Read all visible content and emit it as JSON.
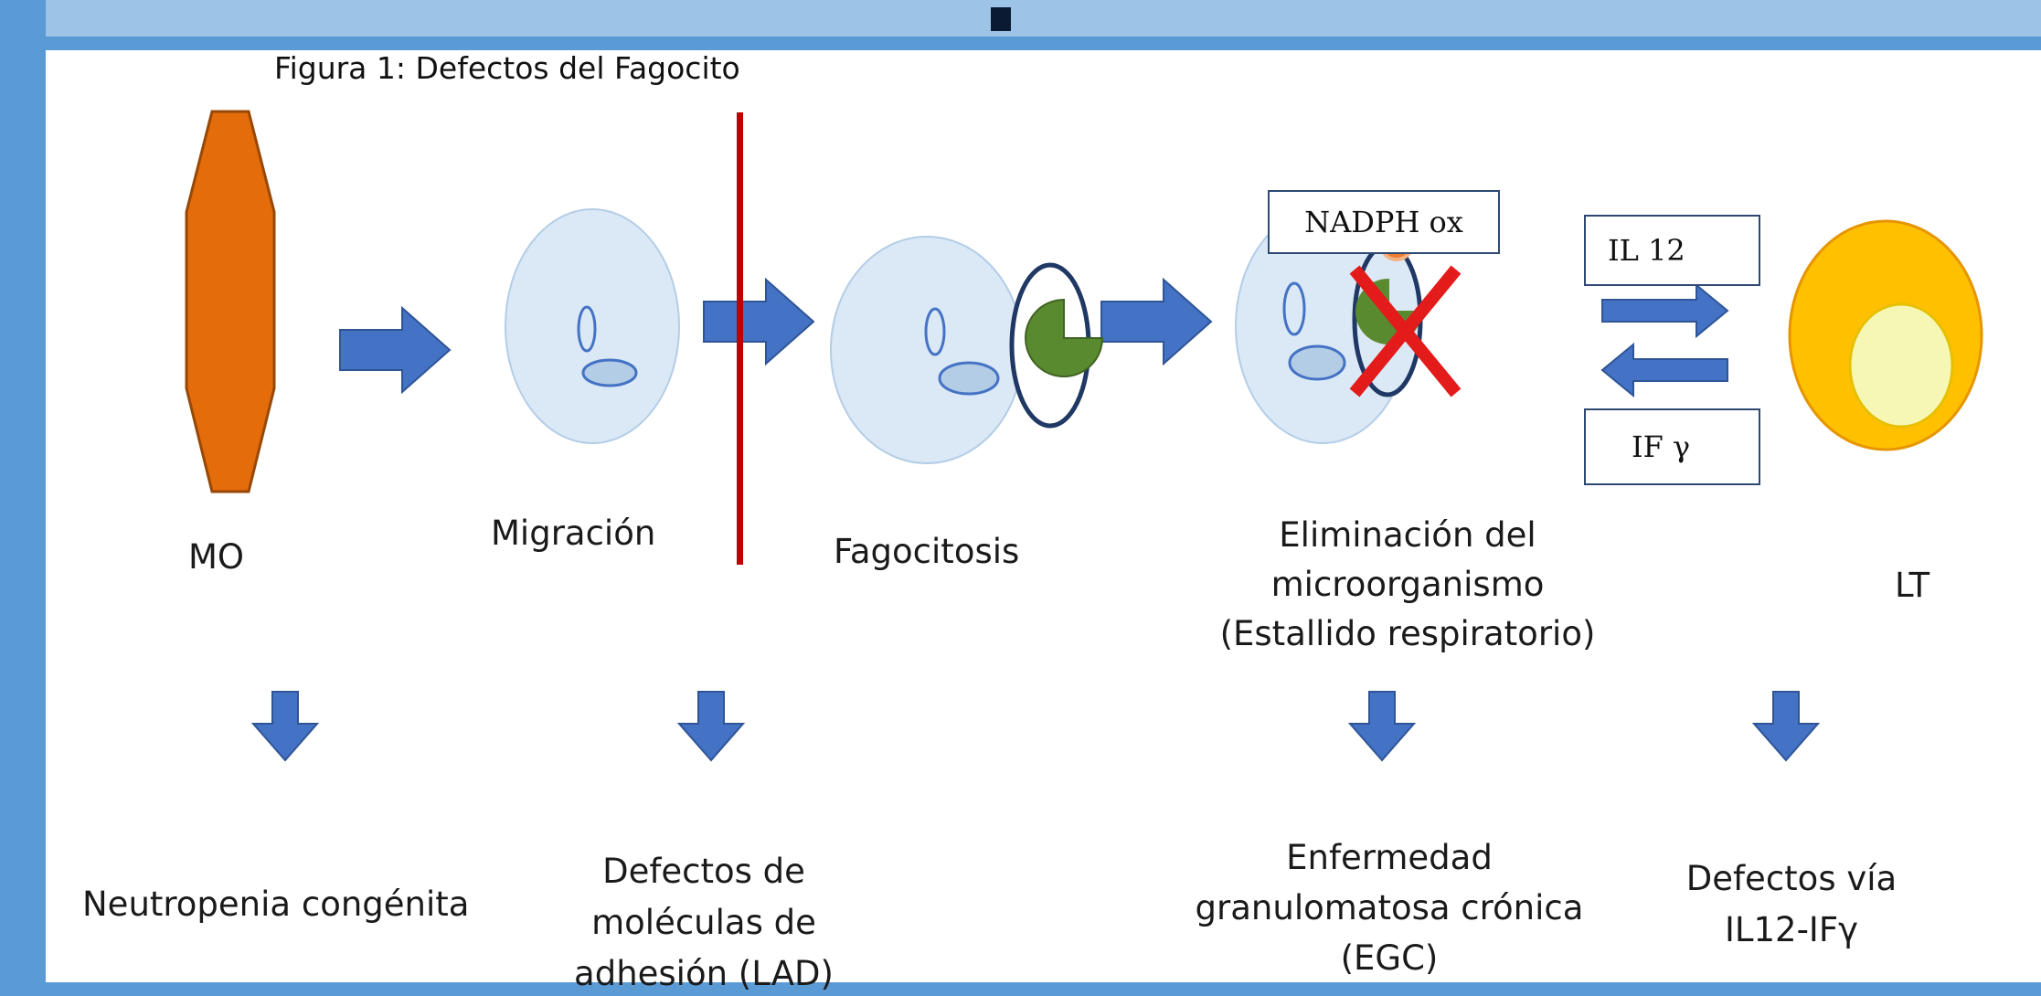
{
  "figure_title": "Figura 1: Defectos del Fagocito",
  "stages": {
    "mo": "MO",
    "migracion": "Migración",
    "fagocitosis": "Fagocitosis",
    "eliminacion": [
      "Eliminación del",
      "microorganismo",
      "(Estallido respiratorio)"
    ],
    "lt": "LT"
  },
  "boxes": {
    "nadph": "NADPH ox",
    "il12": "IL 12",
    "ifg": "IF γ"
  },
  "defects": {
    "neutropenia": "Neutropenia congénita",
    "lad": [
      "Defectos de",
      "moléculas de",
      "adhesión (LAD)"
    ],
    "egc": [
      "Enfermedad",
      "granulomatosa crónica",
      "(EGC)"
    ],
    "il12": [
      "Defectos vía",
      "IL12-IFγ"
    ]
  },
  "colors": {
    "arrow": "#4472c4",
    "cell": "#dbe9f6",
    "red_line": "#c00000",
    "mo_fill": "#e46c0a",
    "lt_outer": "#ffc000",
    "lt_inner": "#f7f7b5",
    "green": "#5a8a30"
  }
}
